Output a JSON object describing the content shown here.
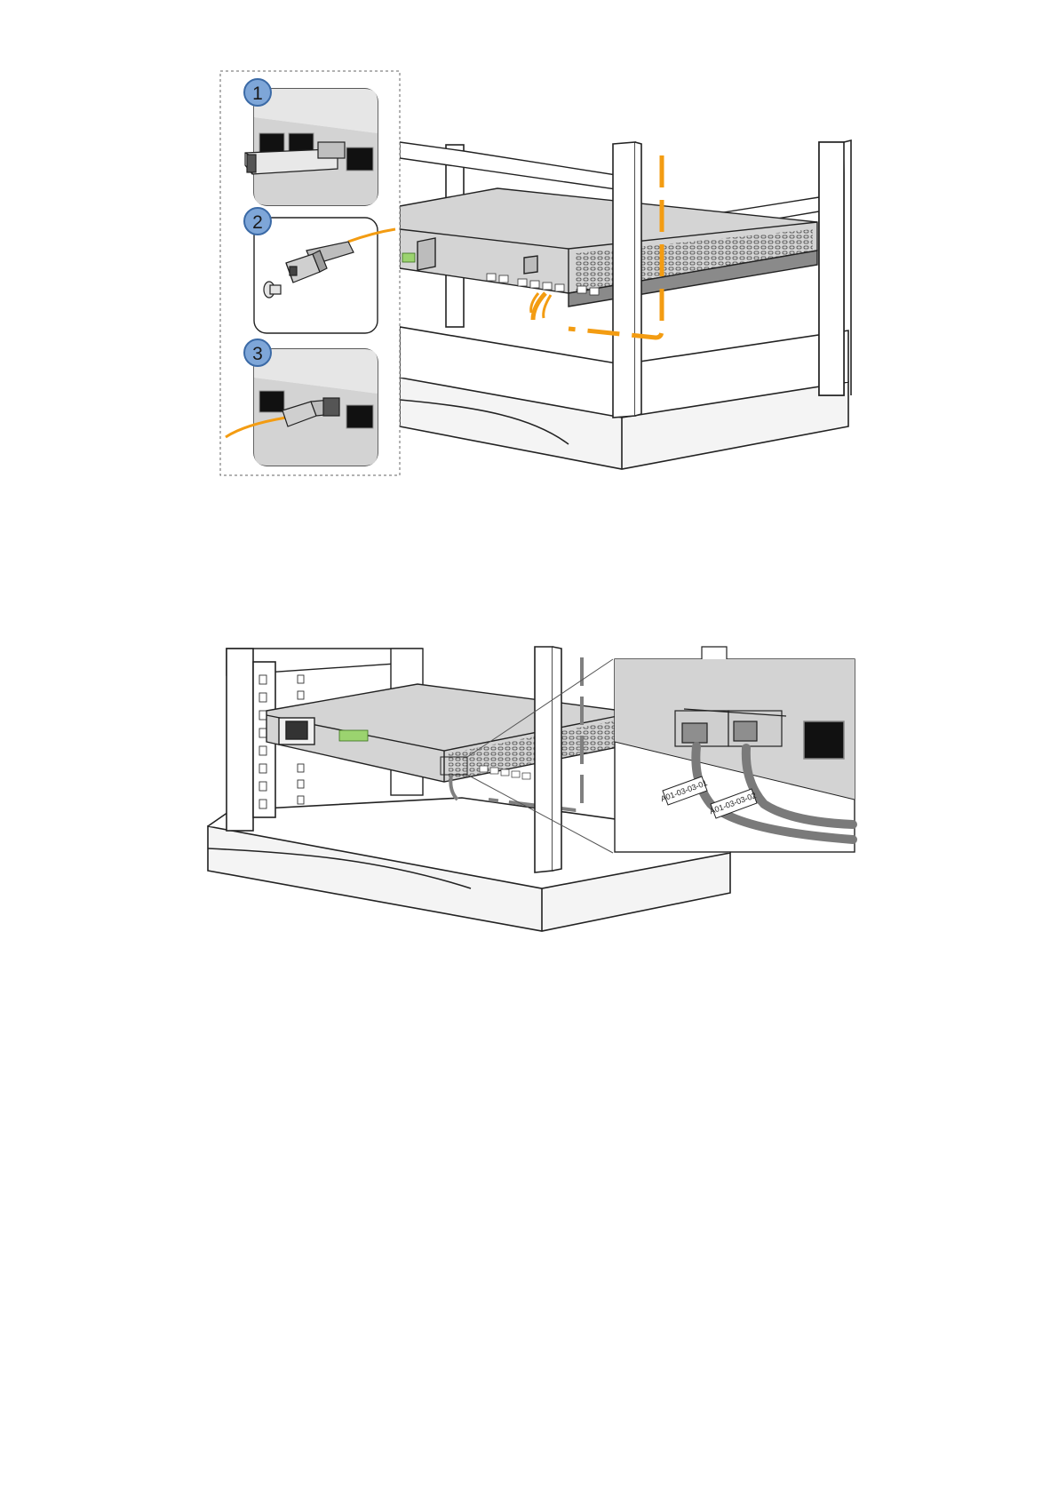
{
  "steps": [
    {
      "number": "1"
    },
    {
      "number": "2"
    },
    {
      "number": "3"
    }
  ],
  "cable_labels": [
    "A01-03-03-01",
    "A01-03-03-02"
  ],
  "colors": {
    "fiber": "#f39c12",
    "callout_fill": "#7ea6d8",
    "callout_stroke": "#3b6aa6",
    "panel_gray": "#d6d6d6",
    "cable_gray": "#808080"
  },
  "icons": [
    "sfp-module-icon",
    "lc-connector-icon",
    "dust-cap-icon",
    "rj45-port-icon"
  ]
}
